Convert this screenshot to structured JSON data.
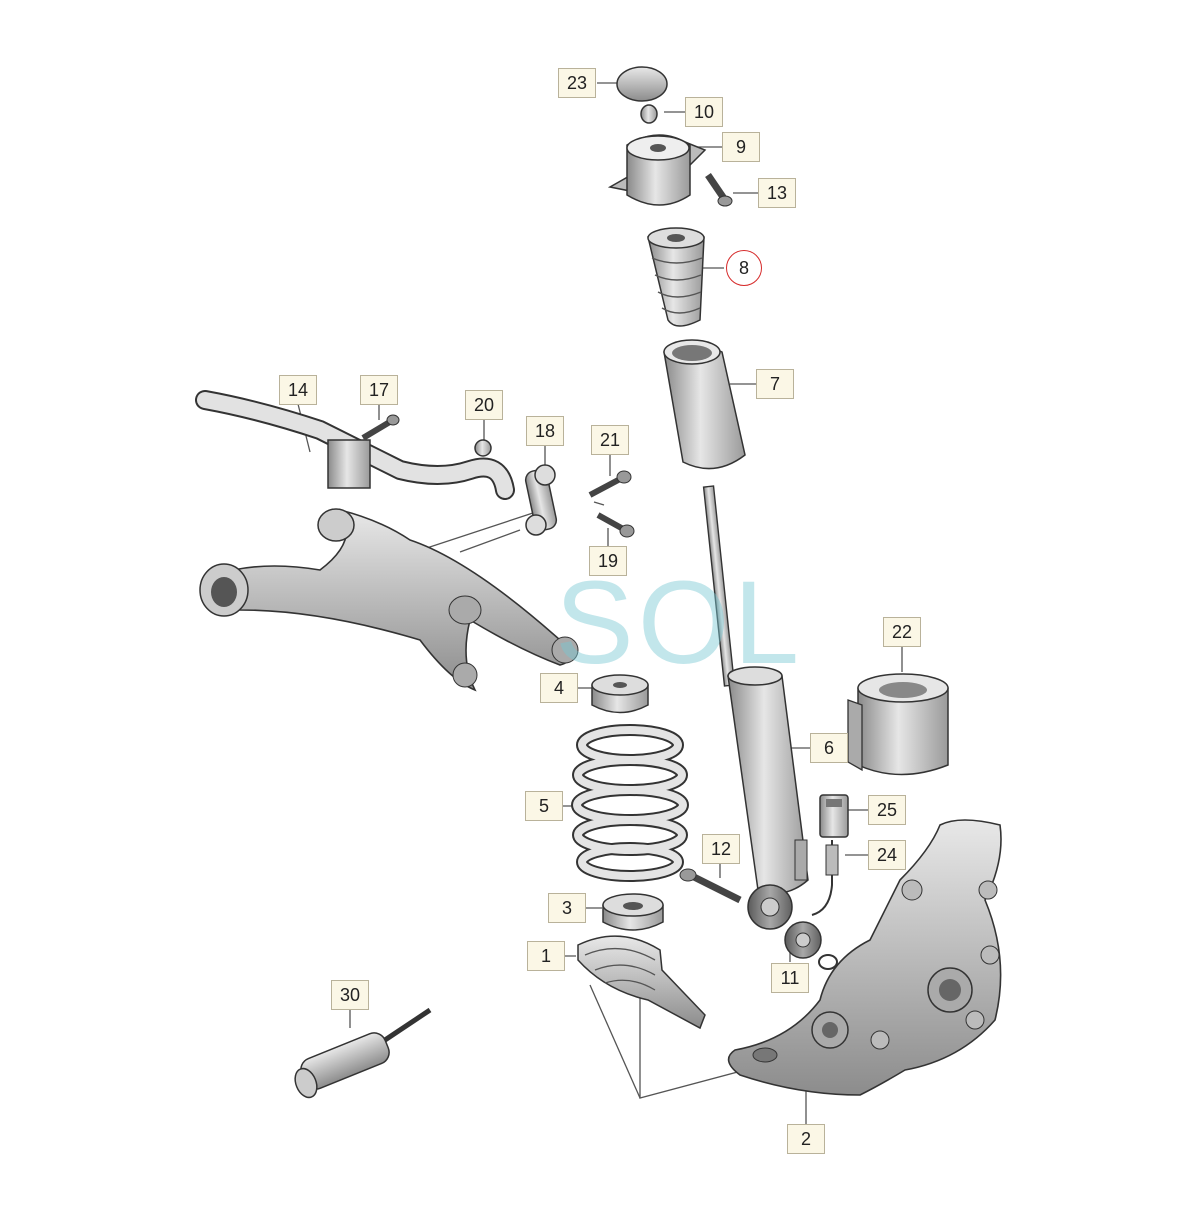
{
  "diagram": {
    "highlighted_part": "8",
    "highlight_color": "#d62a2a",
    "callout_fill": "#fbf7e6",
    "callouts": [
      {
        "id": "c23",
        "label": "23"
      },
      {
        "id": "c10",
        "label": "10"
      },
      {
        "id": "c9",
        "label": "9"
      },
      {
        "id": "c13",
        "label": "13"
      },
      {
        "id": "c8",
        "label": "8"
      },
      {
        "id": "c7",
        "label": "7"
      },
      {
        "id": "c14",
        "label": "14"
      },
      {
        "id": "c17",
        "label": "17"
      },
      {
        "id": "c20",
        "label": "20"
      },
      {
        "id": "c18",
        "label": "18"
      },
      {
        "id": "c21",
        "label": "21"
      },
      {
        "id": "c19",
        "label": "19"
      },
      {
        "id": "c22",
        "label": "22"
      },
      {
        "id": "c4",
        "label": "4"
      },
      {
        "id": "c6",
        "label": "6"
      },
      {
        "id": "c5",
        "label": "5"
      },
      {
        "id": "c25",
        "label": "25"
      },
      {
        "id": "c24",
        "label": "24"
      },
      {
        "id": "c12",
        "label": "12"
      },
      {
        "id": "c3",
        "label": "3"
      },
      {
        "id": "c1",
        "label": "1"
      },
      {
        "id": "c11",
        "label": "11"
      },
      {
        "id": "c30",
        "label": "30"
      },
      {
        "id": "c2",
        "label": "2"
      }
    ]
  },
  "watermark": {
    "text": "SOL",
    "color": "#7cc8d2"
  }
}
